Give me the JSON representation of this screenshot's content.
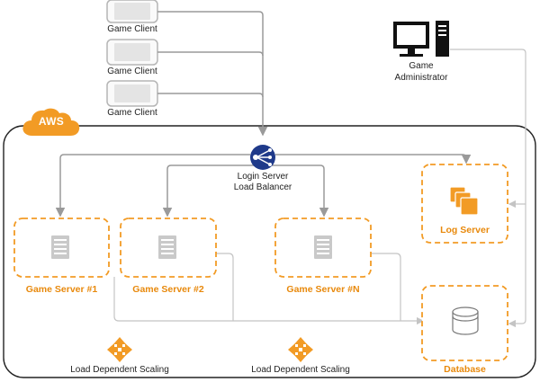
{
  "clients": [
    {
      "label": "Game Client"
    },
    {
      "label": "Game Client"
    },
    {
      "label": "Game Client"
    }
  ],
  "admin": {
    "line1": "Game",
    "line2": "Administrator"
  },
  "cloud": {
    "label": "AWS"
  },
  "load_balancer": {
    "line1": "Login Server",
    "line2": "Load Balancer"
  },
  "servers": [
    {
      "label": "Game Server #1"
    },
    {
      "label": "Game Server #2"
    },
    {
      "label": "Game Server #N"
    }
  ],
  "log_server": {
    "label": "Log Server"
  },
  "database": {
    "label": "Database"
  },
  "scaling": [
    {
      "label": "Load Dependent Scaling"
    },
    {
      "label": "Load Dependent Scaling"
    }
  ],
  "colors": {
    "accent": "#f29b25",
    "line": "#9a9a9a",
    "hub": "#1f3a8a"
  }
}
